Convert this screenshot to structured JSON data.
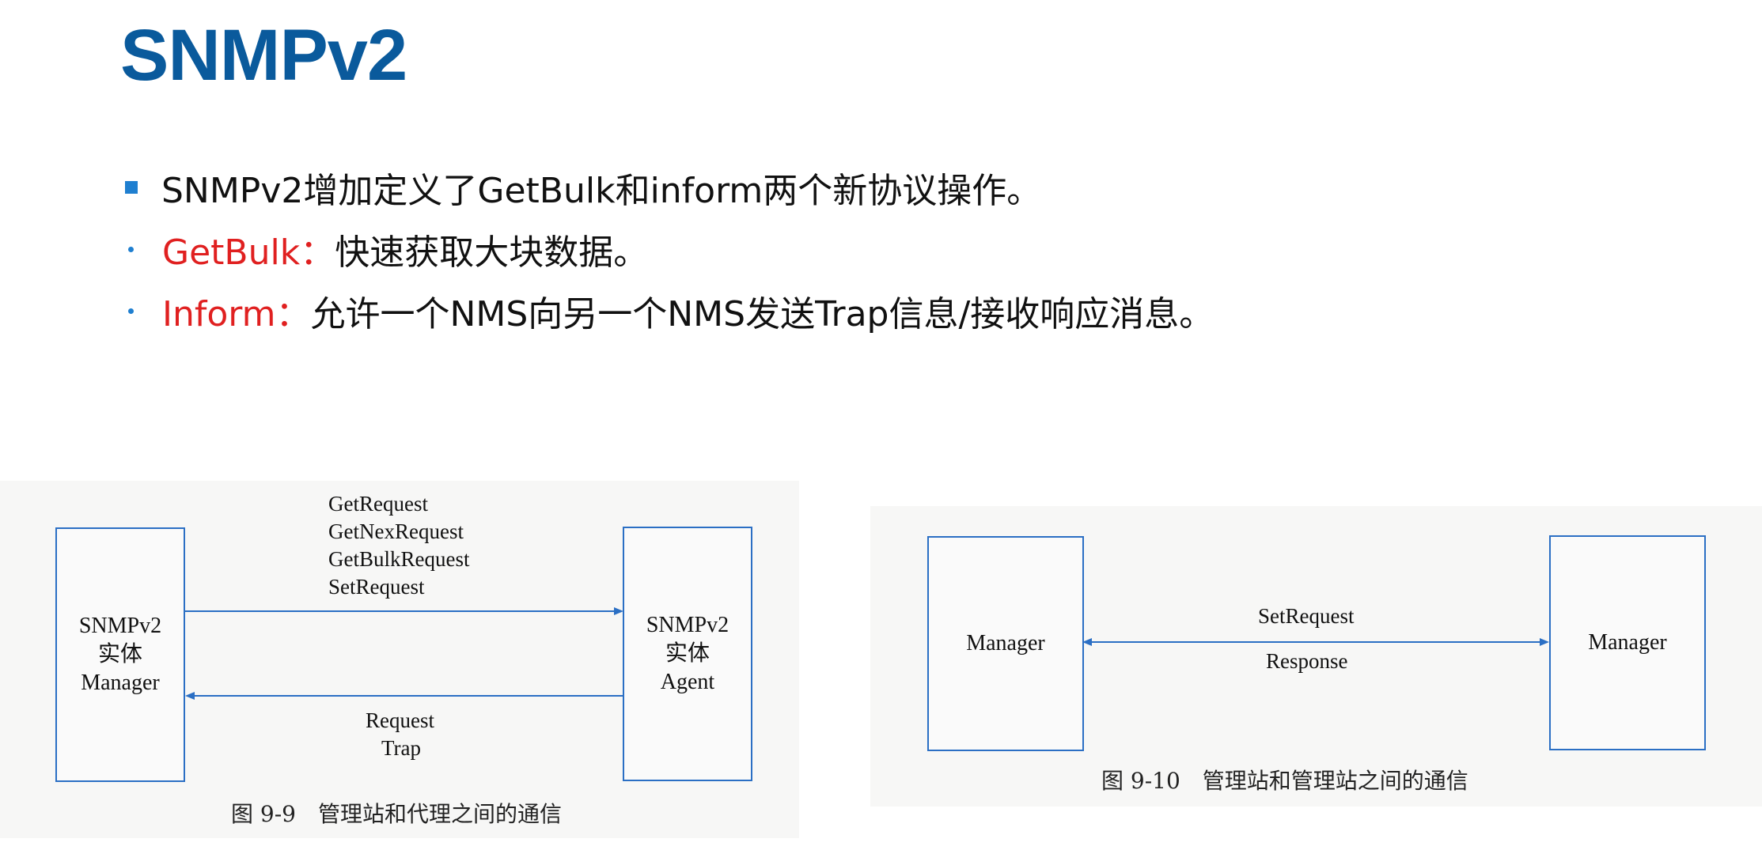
{
  "slide": {
    "title": "SNMPv2",
    "bullets": [
      {
        "marker": "square",
        "highlight": "",
        "text": "SNMPv2增加定义了GetBulk和inform两个新协议操作。"
      },
      {
        "marker": "dot",
        "highlight": "GetBulk：",
        "text": "快速获取大块数据。"
      },
      {
        "marker": "dot",
        "highlight": "Inform：",
        "text": "允许一个NMS向另一个NMS发送Trap信息/接收响应消息。"
      }
    ]
  },
  "diagram_1": {
    "left_box": [
      "SNMPv2",
      "实体",
      "Manager"
    ],
    "right_box": [
      "SNMPv2",
      "实体",
      "Agent"
    ],
    "top_labels": [
      "GetRequest",
      "GetNexRequest",
      "GetBulkRequest",
      "SetRequest"
    ],
    "bottom_labels": [
      "Request",
      "Trap"
    ],
    "caption": "图 9-9　管理站和代理之间的通信"
  },
  "diagram_2": {
    "left_box": "Manager",
    "right_box": "Manager",
    "top_label": "SetRequest",
    "bottom_label": "Response",
    "caption": "图 9-10　管理站和管理站之间的通信"
  },
  "colors": {
    "title": "#0a5a9c",
    "accent": "#e02020",
    "marker": "#1f7fd0",
    "line": "#2b6fc4"
  }
}
